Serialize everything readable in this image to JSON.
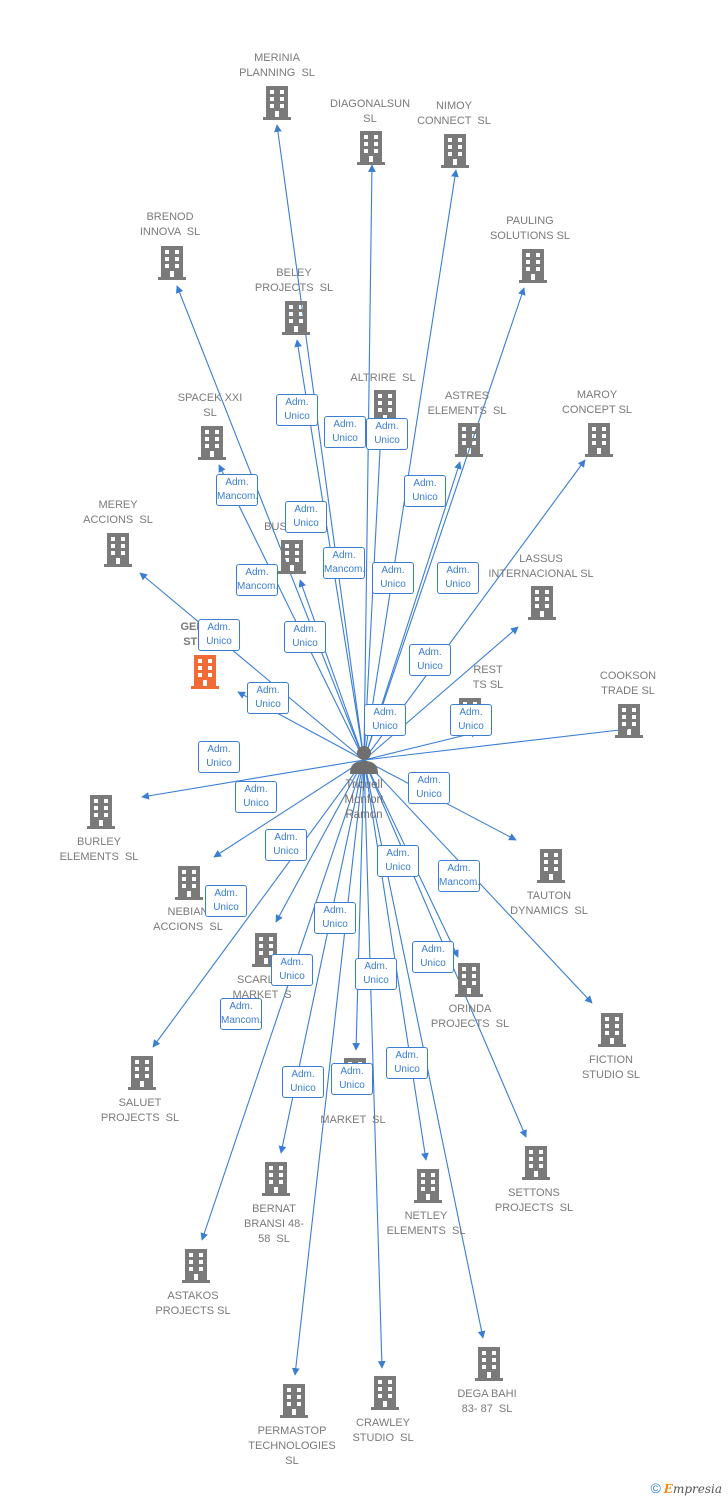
{
  "person": {
    "name": "Triquell\nMonfort\nRamon"
  },
  "companies": [
    {
      "id": "merinia",
      "label": "MERINIA\nPLANNING  SL",
      "highlight": false
    },
    {
      "id": "diagonalsun",
      "label": "DIAGONALSUN\nSL",
      "highlight": false
    },
    {
      "id": "nimoy",
      "label": "NIMOY\nCONNECT  SL",
      "highlight": false
    },
    {
      "id": "brenod",
      "label": "BRENOD\nINNOVA  SL",
      "highlight": false
    },
    {
      "id": "pauling",
      "label": "PAULING\nSOLUTIONS SL",
      "highlight": false
    },
    {
      "id": "beley",
      "label": "BELEY\nPROJECTS  SL",
      "highlight": false
    },
    {
      "id": "altrire",
      "label": "ALTRIRE  SL",
      "highlight": false
    },
    {
      "id": "astres",
      "label": "ASTRES\nELEMENTS  SL",
      "highlight": false
    },
    {
      "id": "maroy",
      "label": "MAROY\nCONCEPT SL",
      "highlight": false
    },
    {
      "id": "spacek",
      "label": "SPACEK XXI\nSL",
      "highlight": false
    },
    {
      "id": "merey",
      "label": "MEREY\nACCIONS  SL",
      "highlight": false
    },
    {
      "id": "business",
      "label": "RE\nBUSINESS",
      "highlight": false
    },
    {
      "id": "lassus",
      "label": "LASSUS\nINTERNACIONAL SL",
      "highlight": false
    },
    {
      "id": "gerber",
      "label": "GERBER\nSTUDIO",
      "highlight": true
    },
    {
      "id": "rest",
      "label": "REST\nTS SL",
      "highlight": false
    },
    {
      "id": "cookson",
      "label": "COOKSON\nTRADE SL",
      "highlight": false
    },
    {
      "id": "burley",
      "label": "BURLEY\nELEMENTS  SL",
      "highlight": false
    },
    {
      "id": "tauton",
      "label": "TAUTON\nDYNAMICS  SL",
      "highlight": false
    },
    {
      "id": "nebian",
      "label": "NEBIAN\nACCIONS  SL",
      "highlight": false
    },
    {
      "id": "scarlat",
      "label": "SCARLAT\nMARKET  S",
      "highlight": false
    },
    {
      "id": "orinda",
      "label": "ORINDA\nPROJECTS  SL",
      "highlight": false
    },
    {
      "id": "fiction",
      "label": "FICTION\nSTUDIO SL",
      "highlight": false
    },
    {
      "id": "saluet",
      "label": "SALUET\nPROJECTS  SL",
      "highlight": false
    },
    {
      "id": "market",
      "label": "MARKET  SL",
      "highlight": false
    },
    {
      "id": "settons",
      "label": "SETTONS\nPROJECTS  SL",
      "highlight": false
    },
    {
      "id": "bernat",
      "label": "BERNAT\nBRANSI 48-\n58  SL",
      "highlight": false
    },
    {
      "id": "netley",
      "label": "NETLEY\nELEMENTS  SL",
      "highlight": false
    },
    {
      "id": "astakos",
      "label": "ASTAKOS\nPROJECTS SL",
      "highlight": false
    },
    {
      "id": "dega",
      "label": "DEGA BAHI\n83- 87  SL",
      "highlight": false
    },
    {
      "id": "permastop",
      "label": "PERMASTOP\nTECHNOLOGIES\nSL",
      "highlight": false
    },
    {
      "id": "crawley",
      "label": "CRAWLEY\nSTUDIO  SL",
      "highlight": false
    }
  ],
  "badges": [
    {
      "id": "b1",
      "text": "Adm.\nUnico"
    },
    {
      "id": "b2",
      "text": "Adm.\nUnico"
    },
    {
      "id": "b3",
      "text": "Adm.\nUnico"
    },
    {
      "id": "b4",
      "text": "Adm.\nMancom."
    },
    {
      "id": "b5",
      "text": "Adm.\nUnico"
    },
    {
      "id": "b6",
      "text": "Adm.\nUnico"
    },
    {
      "id": "b7",
      "text": "Adm.\nMancom."
    },
    {
      "id": "b8",
      "text": "Adm.\nMancom."
    },
    {
      "id": "b9",
      "text": "Adm.\nUnico"
    },
    {
      "id": "b10",
      "text": "Adm.\nUnico"
    },
    {
      "id": "b11",
      "text": "Adm.\nUnico"
    },
    {
      "id": "b12",
      "text": "Adm.\nUnico"
    },
    {
      "id": "b13",
      "text": "Adm.\nUnico"
    },
    {
      "id": "b14",
      "text": "Adm.\nUnico"
    },
    {
      "id": "b15",
      "text": "Adm.\nUnico"
    },
    {
      "id": "b16",
      "text": "Adm.\nUnico"
    },
    {
      "id": "b17",
      "text": "Adm.\nUnico"
    },
    {
      "id": "b18",
      "text": "Adm.\nUnico"
    },
    {
      "id": "b19",
      "text": "Adm.\nUnico"
    },
    {
      "id": "b20",
      "text": "Adm.\nUnico"
    },
    {
      "id": "b21",
      "text": "Adm.\nUnico"
    },
    {
      "id": "b22",
      "text": "Adm.\nUnico"
    },
    {
      "id": "b23",
      "text": "Adm.\nMancom."
    },
    {
      "id": "b24",
      "text": "Adm.\nUnico"
    },
    {
      "id": "b25",
      "text": "Adm.\nUnico"
    },
    {
      "id": "b26",
      "text": "Adm.\nUnico"
    },
    {
      "id": "b27",
      "text": "Adm.\nUnico"
    },
    {
      "id": "b28",
      "text": "Adm.\nMancom."
    },
    {
      "id": "b29",
      "text": "Adm.\nUnico"
    },
    {
      "id": "b30",
      "text": "Adm.\nUnico"
    },
    {
      "id": "b31",
      "text": "Adm.\nUnico"
    }
  ],
  "footer": {
    "copyright": "©",
    "brand_initial": "E",
    "brand_rest": "mpresia"
  },
  "colors": {
    "link": "#3a7ed4",
    "building": "#7a7a7a",
    "highlight": "#f26a35",
    "person": "#6f6f6f"
  }
}
